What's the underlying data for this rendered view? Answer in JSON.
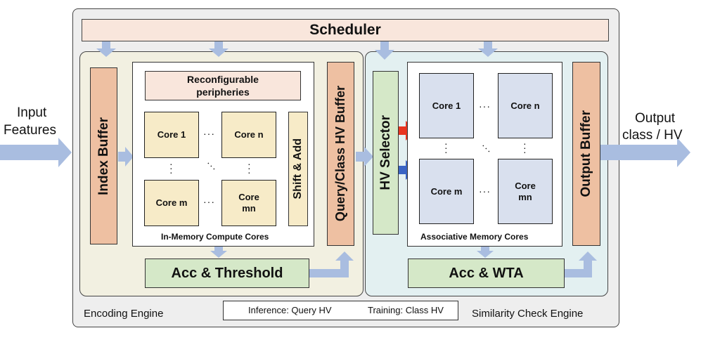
{
  "colors": {
    "outer_bg": "#eeeeee",
    "encoding_bg": "#f2f0e1",
    "similarity_bg": "#e3f0f1",
    "scheduler_fill": "#f9e6dc",
    "orange_buffer": "#eec0a2",
    "green_box": "#d5e8c8",
    "core_yellow": "#f7ebc8",
    "core_blue": "#d9e0ee",
    "arrow_blue": "#a9bde0",
    "inference_red": "#e8341f",
    "training_blue": "#3a64c4"
  },
  "scheduler": "Scheduler",
  "input": {
    "line1": "Input",
    "line2": "Features"
  },
  "output": {
    "line1": "Output",
    "line2": "class / HV"
  },
  "encoding": {
    "engine_label": "Encoding Engine",
    "index_buffer": "Index Buffer",
    "peripheries_line1": "Reconfigurable",
    "peripheries_line2": "peripheries",
    "core1": "Core 1",
    "coren": "Core n",
    "corem": "Core m",
    "coremn_line1": "Core",
    "coremn_line2": "mn",
    "shift_add": "Shift & Add",
    "cores_caption": "In-Memory Compute Cores",
    "query_buffer": "Query/Class HV Buffer",
    "acc_threshold": "Acc & Threshold"
  },
  "similarity": {
    "engine_label": "Similarity Check Engine",
    "hv_selector": "HV Selector",
    "core1": "Core 1",
    "coren": "Core n",
    "corem": "Core m",
    "coremn_line1": "Core",
    "coremn_line2": "mn",
    "cores_caption": "Associative Memory Cores",
    "output_buffer": "Output Buffer",
    "acc_wta": "Acc & WTA"
  },
  "legend": {
    "inference": "Inference: Query HV",
    "training": "Training: Class HV"
  }
}
